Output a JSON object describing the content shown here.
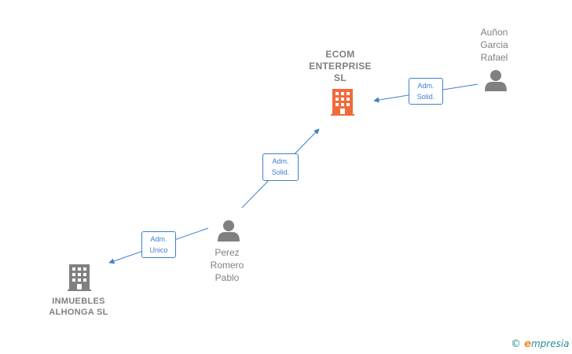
{
  "nodes": {
    "ecom": {
      "label": "ECOM\nENTERPRISE\nSL",
      "color": "#f26a3b"
    },
    "inmuebles": {
      "label": "INMUEBLES\nALHONGA  SL",
      "color": "#808080"
    },
    "aunon": {
      "label": "Auñon\nGarcia\nRafael"
    },
    "perez": {
      "label": "Perez\nRomero\nPablo"
    }
  },
  "edges": {
    "aunon_ecom": "Adm.\nSolid.",
    "perez_ecom": "Adm.\nSolid.",
    "perez_inmuebles": "Adm.\nUnico"
  },
  "colors": {
    "edge": "#3f7fce",
    "person": "#808080"
  },
  "watermark": {
    "copyright": "©",
    "brand_e": "e",
    "brand_rest": "mpresia"
  }
}
